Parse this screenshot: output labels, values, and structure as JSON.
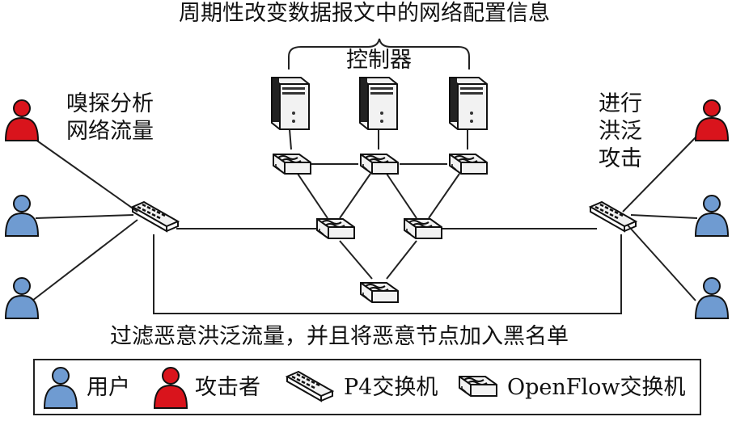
{
  "title": "周期性改变数据报文中的网络配置信息",
  "controller_label": "控制器",
  "sniff_label": [
    "嗅探分析",
    "网络流量"
  ],
  "flood_label": [
    "进行",
    "洪泛",
    "攻击"
  ],
  "bottom_caption": "过滤恶意洪泛流量，并且将恶意节点加入黑名单",
  "legend": {
    "user": "用户",
    "attacker": "攻击者",
    "p4_switch": "P4交换机",
    "openflow_switch": "OpenFlow交换机"
  },
  "colors": {
    "user_fill": "#6f9bd1",
    "attacker_fill": "#d9141c",
    "server_fill": "#f2f2f2",
    "line": "#222222"
  }
}
